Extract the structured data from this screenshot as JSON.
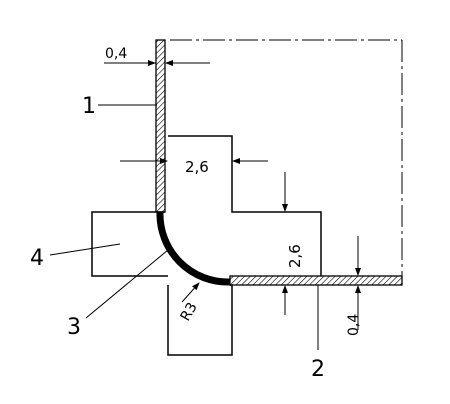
{
  "parts": {
    "p1": "1",
    "p2": "2",
    "p3": "3",
    "p4": "4"
  },
  "dimensions": {
    "top_thickness": "0,4",
    "insert_width": "2,6",
    "insert_height": "2,6",
    "right_thickness": "0,4",
    "radius": "R3"
  }
}
